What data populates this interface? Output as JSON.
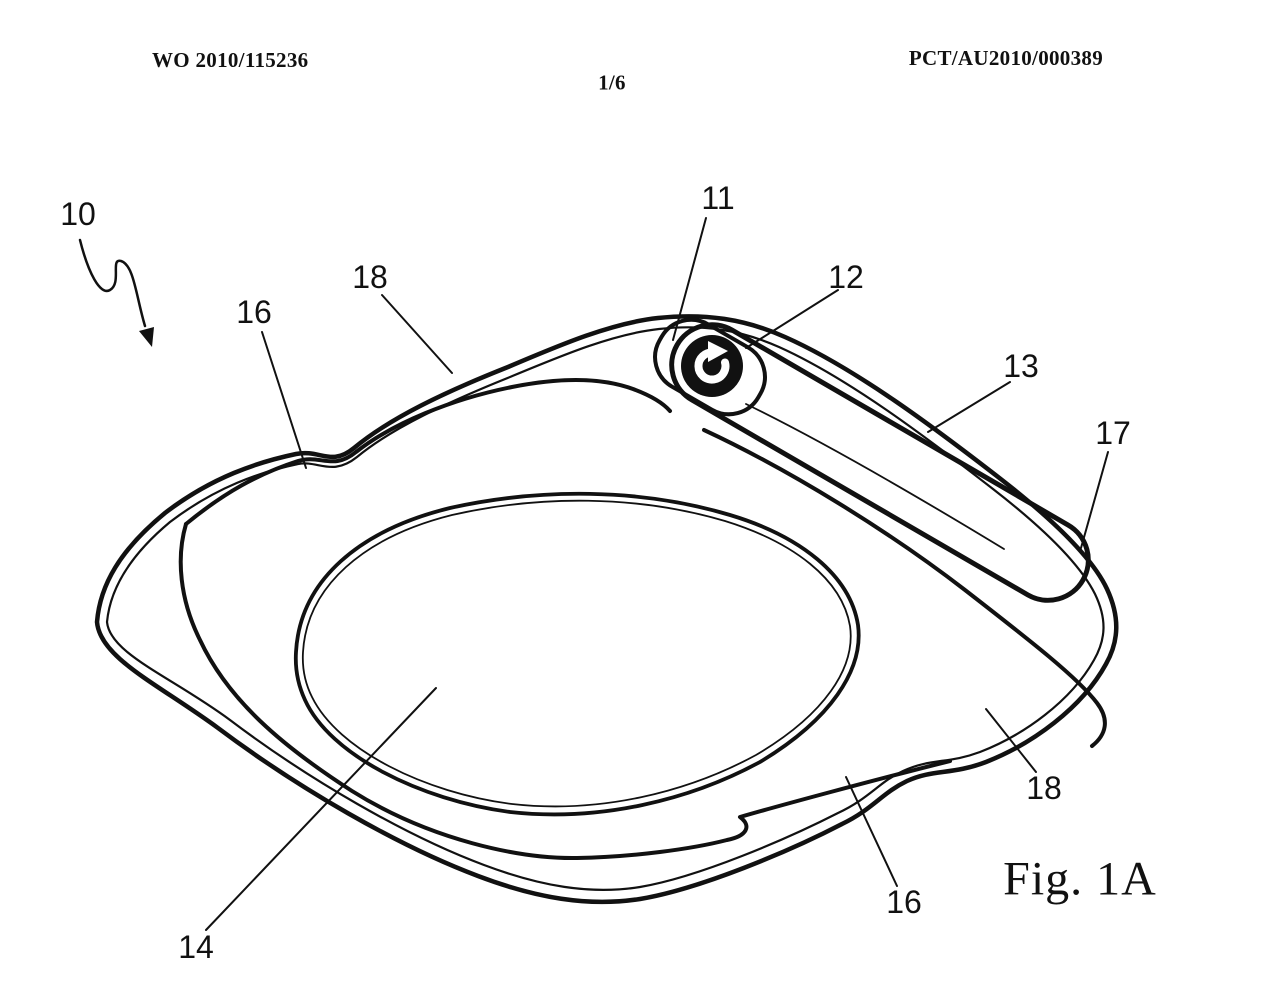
{
  "header": {
    "publication_number": "WO 2010/115236",
    "page_indicator": "1/6",
    "application_number": "PCT/AU2010/000389"
  },
  "figure": {
    "caption": "Fig. 1A",
    "reference_labels": {
      "n10": "10",
      "n11": "11",
      "n12": "12",
      "n13": "13",
      "n14": "14",
      "n16_upper": "16",
      "n16_lower": "16",
      "n17": "17",
      "n18_upper": "18",
      "n18_lower": "18"
    },
    "icons": {
      "knob": "rotate-arrow-knob-icon"
    }
  },
  "colors": {
    "ink": "#111111",
    "background": "#ffffff"
  }
}
